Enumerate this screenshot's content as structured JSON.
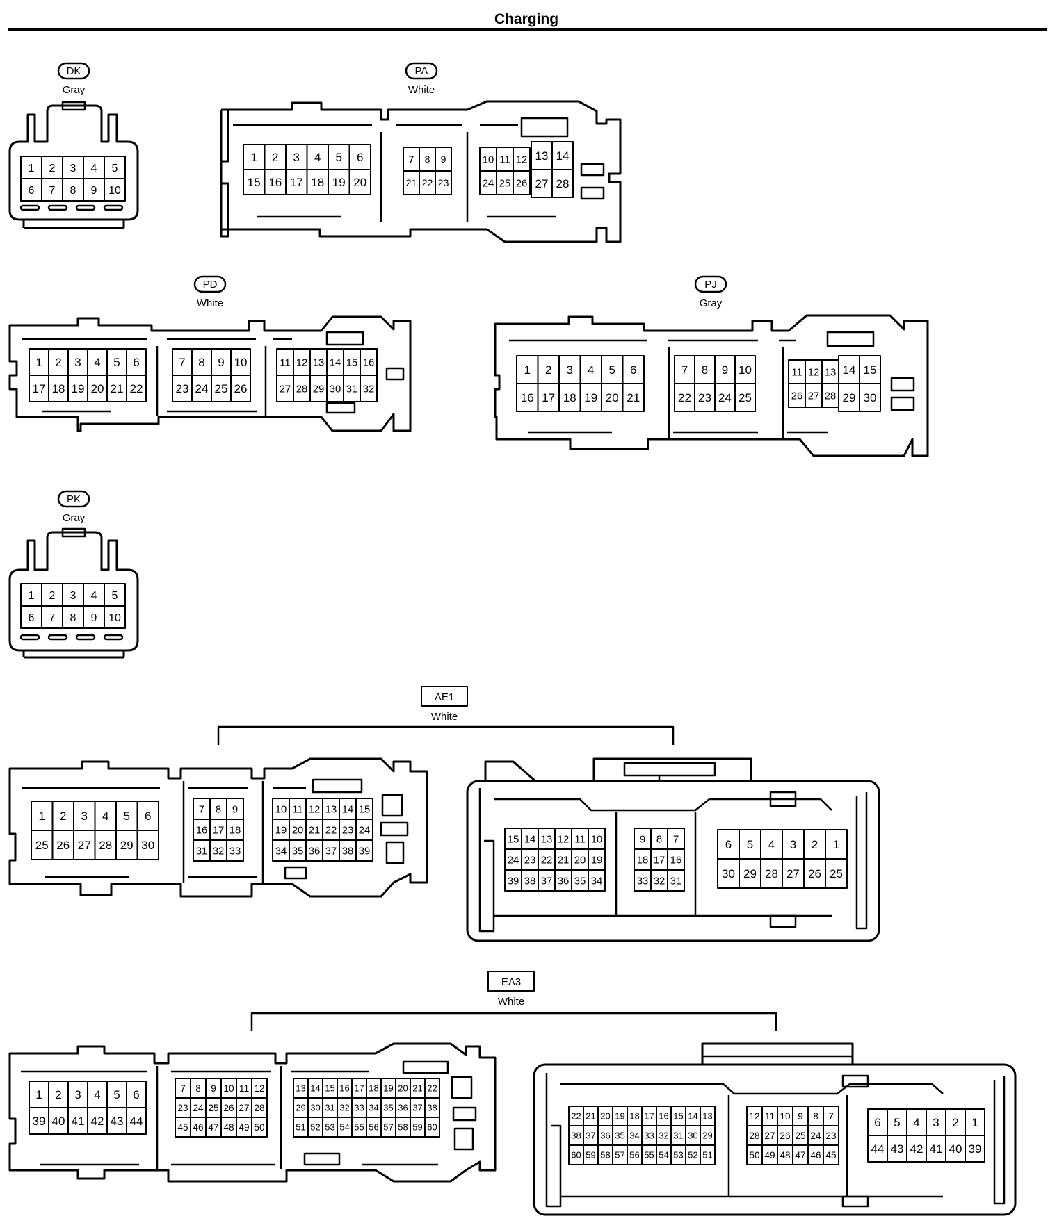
{
  "page_title": "Charging",
  "connectors": {
    "DK": {
      "tag": "DK",
      "color": "Gray",
      "blocks": [
        {
          "rows": [
            [
              "1",
              "2",
              "3",
              "4",
              "5"
            ],
            [
              "6",
              "7",
              "8",
              "9",
              "10"
            ]
          ]
        }
      ]
    },
    "PA": {
      "tag": "PA",
      "color": "White",
      "blocks": [
        {
          "rows": [
            [
              "1",
              "2",
              "3",
              "4",
              "5",
              "6"
            ],
            [
              "15",
              "16",
              "17",
              "18",
              "19",
              "20"
            ]
          ]
        },
        {
          "rows": [
            [
              "7",
              "8",
              "9"
            ],
            [
              "21",
              "22",
              "23"
            ]
          ]
        },
        {
          "rows": [
            [
              "10",
              "11",
              "12"
            ],
            [
              "24",
              "25",
              "26"
            ]
          ]
        },
        {
          "rows": [
            [
              "13",
              "14"
            ],
            [
              "27",
              "28"
            ]
          ]
        }
      ]
    },
    "PD": {
      "tag": "PD",
      "color": "White",
      "blocks": [
        {
          "rows": [
            [
              "1",
              "2",
              "3",
              "4",
              "5",
              "6"
            ],
            [
              "17",
              "18",
              "19",
              "20",
              "21",
              "22"
            ]
          ]
        },
        {
          "rows": [
            [
              "7",
              "8",
              "9",
              "10"
            ],
            [
              "23",
              "24",
              "25",
              "26"
            ]
          ]
        },
        {
          "rows": [
            [
              "11",
              "12",
              "13",
              "14",
              "15",
              "16"
            ],
            [
              "27",
              "28",
              "29",
              "30",
              "31",
              "32"
            ]
          ]
        }
      ]
    },
    "PJ": {
      "tag": "PJ",
      "color": "Gray",
      "blocks": [
        {
          "rows": [
            [
              "1",
              "2",
              "3",
              "4",
              "5",
              "6"
            ],
            [
              "16",
              "17",
              "18",
              "19",
              "20",
              "21"
            ]
          ]
        },
        {
          "rows": [
            [
              "7",
              "8",
              "9",
              "10"
            ],
            [
              "22",
              "23",
              "24",
              "25"
            ]
          ]
        },
        {
          "rows": [
            [
              "11",
              "12",
              "13"
            ],
            [
              "26",
              "27",
              "28"
            ]
          ]
        },
        {
          "rows": [
            [
              "14",
              "15"
            ],
            [
              "29",
              "30"
            ]
          ]
        }
      ]
    },
    "PK": {
      "tag": "PK",
      "color": "Gray",
      "blocks": [
        {
          "rows": [
            [
              "1",
              "2",
              "3",
              "4",
              "5"
            ],
            [
              "6",
              "7",
              "8",
              "9",
              "10"
            ]
          ]
        }
      ]
    },
    "AE1": {
      "tag": "AE1",
      "color": "White",
      "left_blocks": [
        {
          "rows": [
            [
              "1",
              "2",
              "3",
              "4",
              "5",
              "6"
            ],
            [
              "25",
              "26",
              "27",
              "28",
              "29",
              "30"
            ]
          ]
        },
        {
          "rows": [
            [
              "7",
              "8",
              "9"
            ],
            [
              "16",
              "17",
              "18"
            ],
            [
              "31",
              "32",
              "33"
            ]
          ]
        },
        {
          "rows": [
            [
              "10",
              "11",
              "12",
              "13",
              "14",
              "15"
            ],
            [
              "19",
              "20",
              "21",
              "22",
              "23",
              "24"
            ],
            [
              "34",
              "35",
              "36",
              "37",
              "38",
              "39"
            ]
          ]
        }
      ],
      "right_blocks": [
        {
          "rows": [
            [
              "15",
              "14",
              "13",
              "12",
              "11",
              "10"
            ],
            [
              "24",
              "23",
              "22",
              "21",
              "20",
              "19"
            ],
            [
              "39",
              "38",
              "37",
              "36",
              "35",
              "34"
            ]
          ]
        },
        {
          "rows": [
            [
              "9",
              "8",
              "7"
            ],
            [
              "18",
              "17",
              "16"
            ],
            [
              "33",
              "32",
              "31"
            ]
          ]
        },
        {
          "rows": [
            [
              "6",
              "5",
              "4",
              "3",
              "2",
              "1"
            ],
            [
              "30",
              "29",
              "28",
              "27",
              "26",
              "25"
            ]
          ]
        }
      ]
    },
    "EA3": {
      "tag": "EA3",
      "color": "White",
      "left_blocks": [
        {
          "rows": [
            [
              "1",
              "2",
              "3",
              "4",
              "5",
              "6"
            ],
            [
              "39",
              "40",
              "41",
              "42",
              "43",
              "44"
            ]
          ]
        },
        {
          "rows": [
            [
              "7",
              "8",
              "9",
              "10",
              "11",
              "12"
            ],
            [
              "23",
              "24",
              "25",
              "26",
              "27",
              "28"
            ],
            [
              "45",
              "46",
              "47",
              "48",
              "49",
              "50"
            ]
          ]
        },
        {
          "rows": [
            [
              "13",
              "14",
              "15",
              "16",
              "17",
              "18",
              "19",
              "20",
              "21",
              "22"
            ],
            [
              "29",
              "30",
              "31",
              "32",
              "33",
              "34",
              "35",
              "36",
              "37",
              "38"
            ],
            [
              "51",
              "52",
              "53",
              "54",
              "55",
              "56",
              "57",
              "58",
              "59",
              "60"
            ]
          ]
        }
      ],
      "right_blocks": [
        {
          "rows": [
            [
              "22",
              "21",
              "20",
              "19",
              "18",
              "17",
              "16",
              "15",
              "14",
              "13"
            ],
            [
              "38",
              "37",
              "36",
              "35",
              "34",
              "33",
              "32",
              "31",
              "30",
              "29"
            ],
            [
              "60",
              "59",
              "58",
              "57",
              "56",
              "55",
              "54",
              "53",
              "52",
              "51"
            ]
          ]
        },
        {
          "rows": [
            [
              "12",
              "11",
              "10",
              "9",
              "8",
              "7"
            ],
            [
              "28",
              "27",
              "26",
              "25",
              "24",
              "23"
            ],
            [
              "50",
              "49",
              "48",
              "47",
              "46",
              "45"
            ]
          ]
        },
        {
          "rows": [
            [
              "6",
              "5",
              "4",
              "3",
              "2",
              "1"
            ],
            [
              "44",
              "43",
              "42",
              "41",
              "40",
              "39"
            ]
          ]
        }
      ]
    }
  }
}
